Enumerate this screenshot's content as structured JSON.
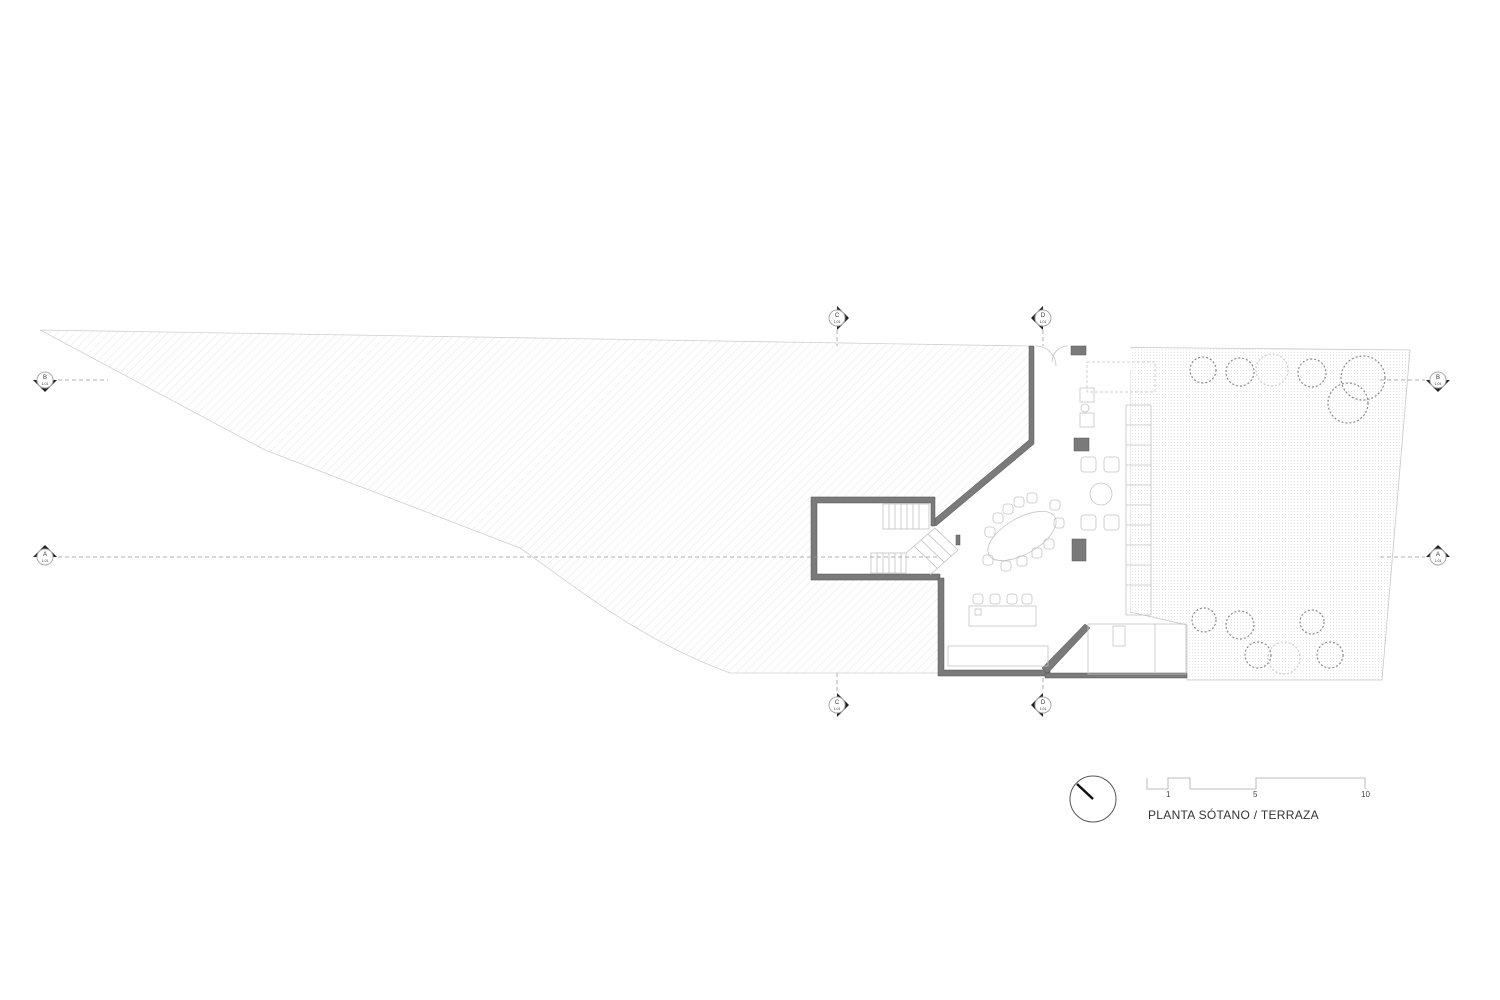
{
  "drawing": {
    "title": "PLANTA SÓTANO / TERRAZA",
    "scale_bar": {
      "ticks": [
        "1",
        "5",
        "10"
      ]
    },
    "section_markers": [
      {
        "id": "A",
        "sheet": "1.01"
      },
      {
        "id": "B",
        "sheet": "1.01"
      },
      {
        "id": "C",
        "sheet": "1.01"
      },
      {
        "id": "D",
        "sheet": "1.01"
      }
    ]
  },
  "colors": {
    "wall": "#7a7a7a",
    "line": "#bdbdbd",
    "hatch": "#e2e2e2"
  }
}
